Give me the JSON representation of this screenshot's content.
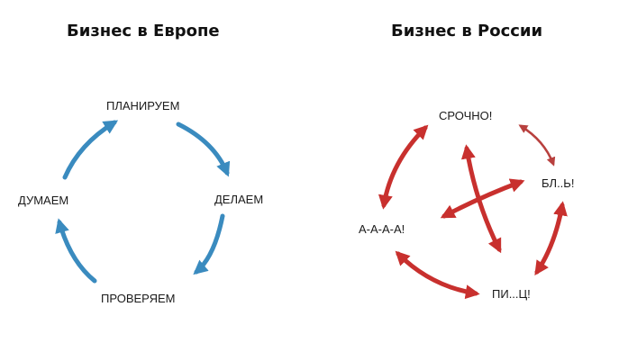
{
  "europe": {
    "title": "Бизнес в Европе",
    "nodes": {
      "plan": "ПЛАНИРУЕМ",
      "do": "ДЕЛАЕМ",
      "check": "ПРОВЕРЯЕМ",
      "think": "ДУМАЕМ"
    },
    "arrow_color": "#3a8bbf"
  },
  "russia": {
    "title": "Бизнес в России",
    "nodes": {
      "urgent": "СРОЧНО!",
      "swear1": "БЛ..Ь!",
      "swear2": "ПИ...Ц!",
      "panic": "А-А-А-А!"
    },
    "arrow_color": "#c8302e"
  }
}
